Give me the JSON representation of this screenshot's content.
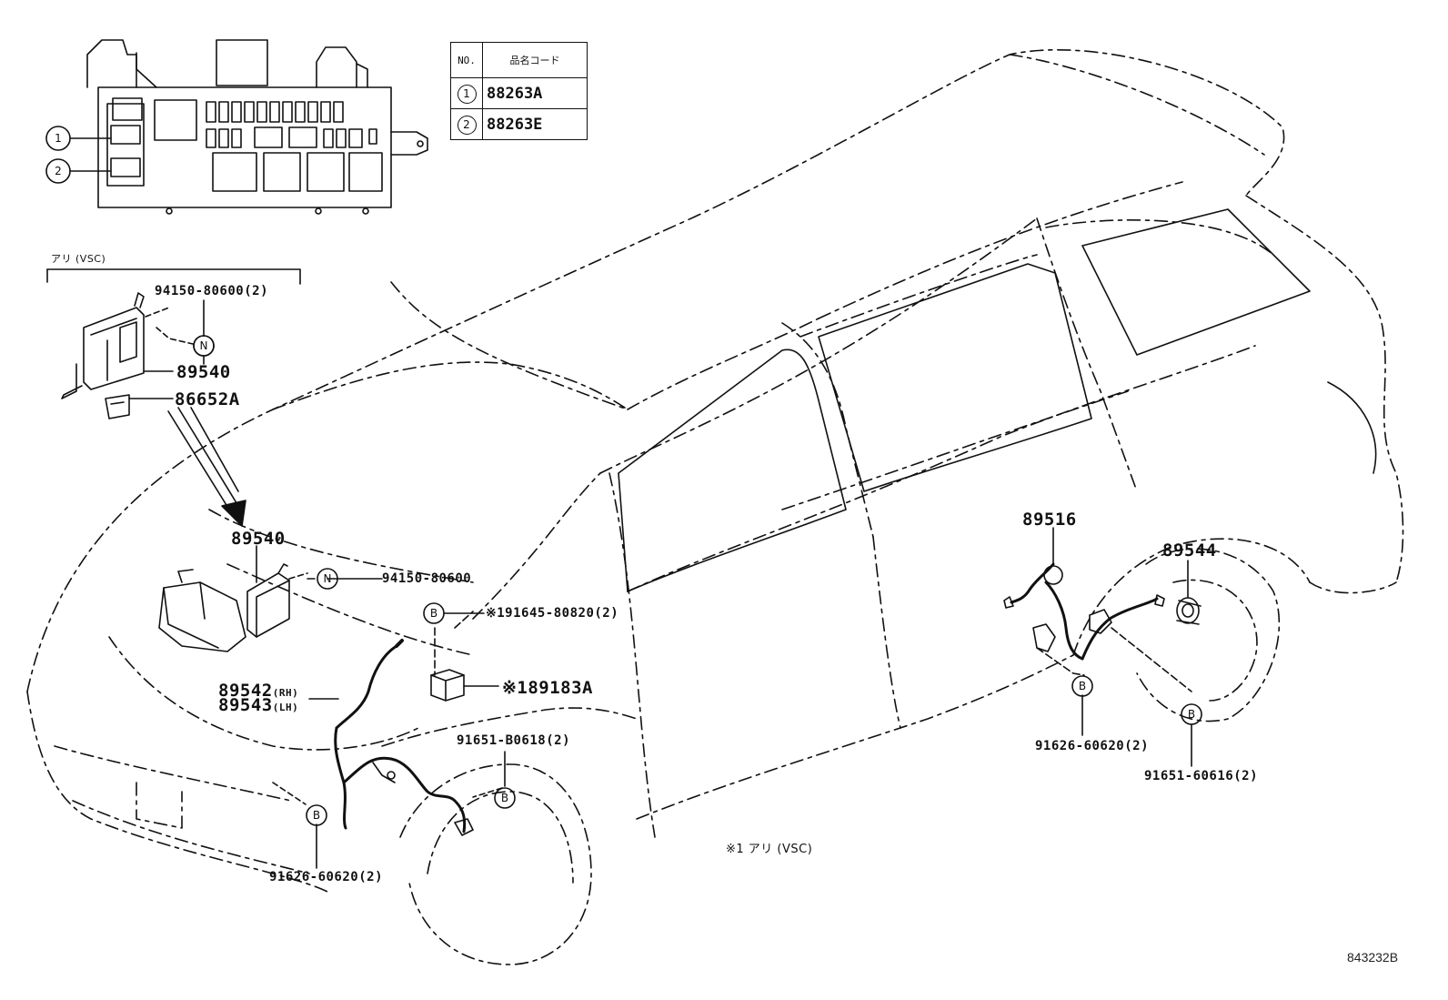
{
  "table": {
    "header": [
      "NO.",
      "品名コード"
    ],
    "rows": [
      {
        "no": "1",
        "code": "88263A"
      },
      {
        "no": "2",
        "code": "88263E"
      }
    ]
  },
  "relay_markers": [
    "1",
    "2"
  ],
  "vsc_caption": "アリ (VSC)",
  "footnote": "※1 アリ (VSC)",
  "figure_code": "843232B",
  "markers": {
    "n": "N",
    "b": "B"
  },
  "parts": {
    "p1": "94150-80600(2)",
    "p2": "89540",
    "p3": "86652A",
    "p4": "89540",
    "p5": "94150-80600",
    "p6": "※191645-80820(2)",
    "p7": "※189183A",
    "p8": "89542",
    "p8_side": "(RH)",
    "p9": "89543",
    "p9_side": "(LH)",
    "p10": "91651-B0618(2)",
    "p11": "91626-60620(2)",
    "p12": "89516",
    "p13": "89544",
    "p14": "91626-60620(2)",
    "p15": "91651-60616(2)"
  }
}
